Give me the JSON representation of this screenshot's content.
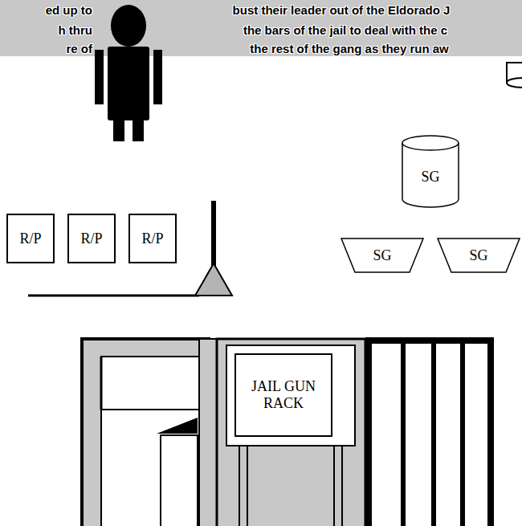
{
  "diagram": {
    "nodes": [
      {
        "text": [
          "R/P"
        ]
      },
      {
        "text": [
          "R/P"
        ]
      },
      {
        "text": [
          "R/P"
        ]
      },
      {
        "text": [
          "SG"
        ]
      },
      {
        "text": [
          "SG"
        ]
      },
      {
        "text": [
          "SG"
        ]
      },
      {
        "text": [
          "JAIL GUN RACK"
        ]
      }
    ],
    "labels": [
      "ed up to",
      "h thru",
      "re of",
      "bust their leader out of the Eldorado J",
      "the bars of the jail to deal with the c",
      "the rest of the gang as they run aw"
    ]
  }
}
